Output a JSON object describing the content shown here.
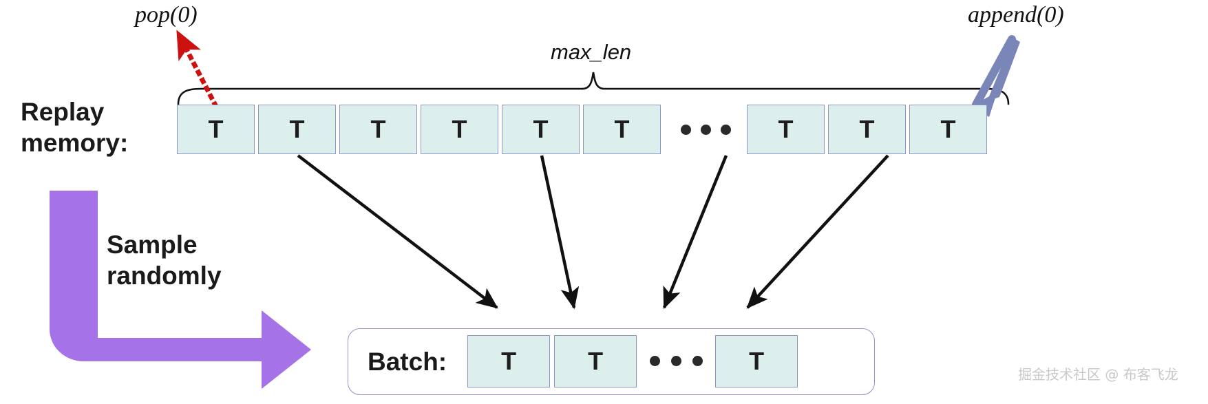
{
  "diagram": {
    "title_labels": {
      "pop": "pop(0)",
      "append": "append(0)",
      "max_len": "max_len"
    },
    "left_labels": {
      "replay_memory": "Replay\nmemory:",
      "sample_randomly": "Sample\nrandomly"
    },
    "memory": {
      "cells": [
        "T",
        "T",
        "T",
        "T",
        "T",
        "T"
      ],
      "cells_right": [
        "T",
        "T",
        "T"
      ],
      "ellipsis": "•••"
    },
    "batch": {
      "label": "Batch:",
      "cells_left": [
        "T",
        "T"
      ],
      "cells_right": [
        "T"
      ],
      "ellipsis": "•••"
    },
    "watermark": "掘金技术社区 @ 布客飞龙",
    "colors": {
      "cell_fill": "#dcefec",
      "cell_border": "#8d95c4",
      "pop_arrow": "#cc1111",
      "append_arrow": "#7a86b8",
      "sample_arrow": "#a572e8",
      "batch_border": "#9e8bd6",
      "line": "#111111"
    }
  }
}
